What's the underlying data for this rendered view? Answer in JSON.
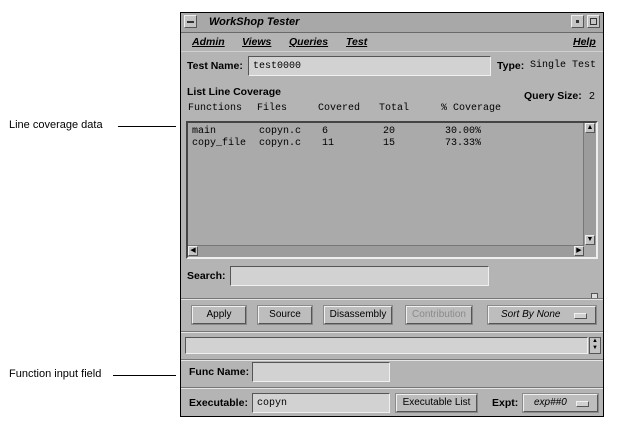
{
  "annotations": {
    "line_coverage": "Line coverage data",
    "function_input": "Function input field"
  },
  "window": {
    "title": "WorkShop Tester"
  },
  "menus": [
    "Admin",
    "Views",
    "Queries",
    "Test",
    "Help"
  ],
  "test": {
    "name_label": "Test Name:",
    "name_value": "test0000",
    "type_label": "Type:",
    "type_value": "Single Test"
  },
  "list": {
    "title": "List Line Coverage",
    "query_size_label": "Query Size:",
    "query_size_value": "2",
    "columns": [
      "Functions",
      "Files",
      "Covered",
      "Total",
      "% Coverage"
    ],
    "rows": [
      {
        "function": "main",
        "file": "copyn.c",
        "covered": "6",
        "total": "20",
        "coverage": "30.00%"
      },
      {
        "function": "copy_file",
        "file": "copyn.c",
        "covered": "11",
        "total": "15",
        "coverage": "73.33%"
      }
    ]
  },
  "search": {
    "label": "Search:",
    "value": ""
  },
  "buttons": {
    "apply": "Apply",
    "source": "Source",
    "disassembly": "Disassembly",
    "contribution": "Contribution",
    "sort": "Sort By None"
  },
  "func": {
    "label": "Func Name:",
    "value": ""
  },
  "executable": {
    "label": "Executable:",
    "value": "copyn",
    "list_button": "Executable List",
    "expt_label": "Expt:",
    "expt_value": "exp##0"
  }
}
